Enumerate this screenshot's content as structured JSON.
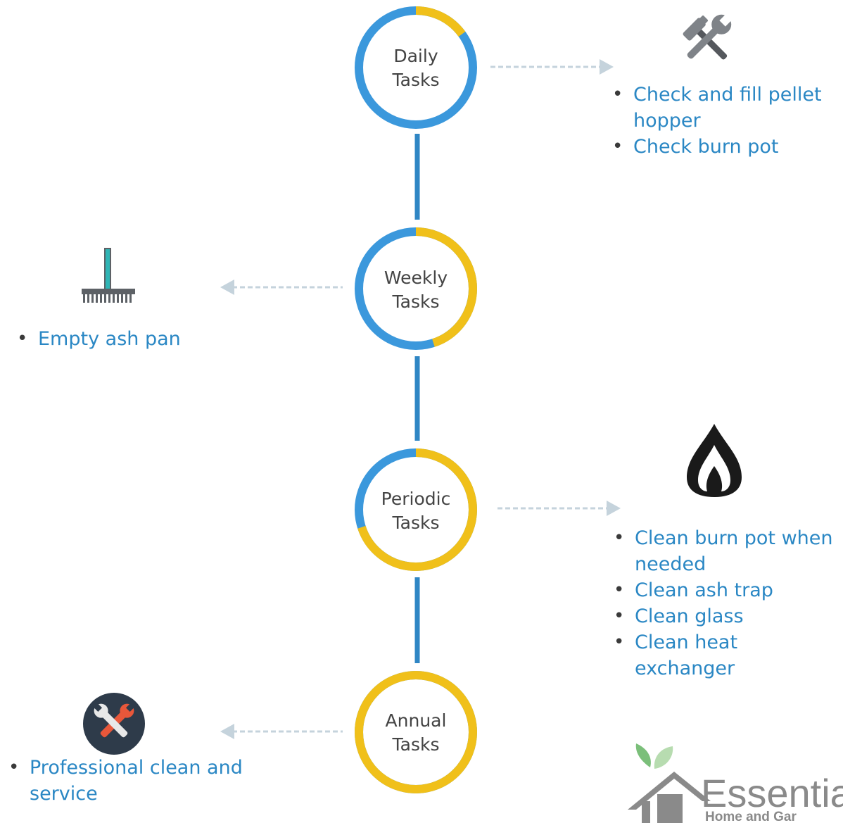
{
  "colors": {
    "ring_blue": "#3b98dc",
    "ring_yellow": "#f0c01a",
    "connector": "#2f86c4",
    "arrow": "#c5d3dc",
    "text_link": "#2a87c4",
    "logo_green": "#9ccf8f",
    "logo_gray": "#8a8a8a"
  },
  "stages": [
    {
      "id": "daily",
      "label_line1": "Daily",
      "label_line2": "Tasks",
      "yellow_fraction": 0.15,
      "icon": "hammer-wrench-icon",
      "arrow_direction": "right",
      "items": [
        "Check and fill pellet hopper",
        "Check burn pot"
      ]
    },
    {
      "id": "weekly",
      "label_line1": "Weekly",
      "label_line2": "Tasks",
      "yellow_fraction": 0.45,
      "icon": "rake-broom-icon",
      "arrow_direction": "left",
      "items": [
        "Empty ash pan"
      ]
    },
    {
      "id": "periodic",
      "label_line1": "Periodic",
      "label_line2": "Tasks",
      "yellow_fraction": 0.7,
      "icon": "flame-icon",
      "arrow_direction": "right",
      "items": [
        "Clean burn pot when needed",
        "Clean ash trap",
        "Clean glass",
        "Clean heat exchanger"
      ]
    },
    {
      "id": "annual",
      "label_line1": "Annual",
      "label_line2": "Tasks",
      "yellow_fraction": 1.0,
      "icon": "crossed-wrenches-icon",
      "arrow_direction": "left",
      "items": [
        "Professional clean and service"
      ]
    }
  ],
  "logo": {
    "title": "Essentia",
    "subtitle": "Home and Gar",
    "icon": "house-leaf-logo-icon"
  }
}
